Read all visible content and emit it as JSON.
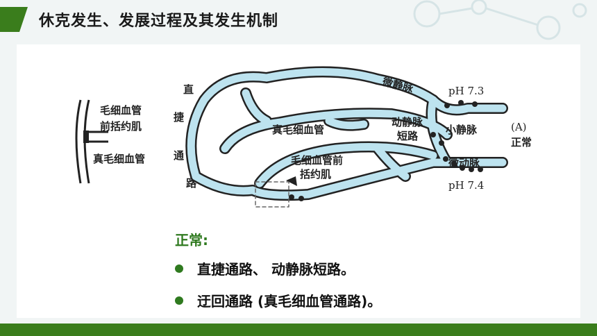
{
  "title": "休克发生、发展过程及其发生机制",
  "diagram_labels": {
    "capillary": "毛细血管",
    "precap_sphincter": "前括约肌",
    "true_capillary": "真毛细血管",
    "direct_path_chars": [
      "直",
      "捷",
      "通",
      "路"
    ],
    "true_capillary_center": "真毛细血管",
    "av_shunt_line1": "动静脉",
    "av_shunt_line2": "短路",
    "venule_small": "微静脉",
    "venule": "小静脉",
    "arteriole": "微动脉",
    "ph_top": "pH 7.3",
    "ph_bottom": "pH 7.4",
    "sphincter_line1": "毛细血管前",
    "sphincter_line2": "括约肌",
    "panel_letter": "(A)",
    "panel_caption": "正常"
  },
  "text": {
    "heading": "正常:",
    "bullet1": "直捷通路、 动静脉短路。",
    "bullet2": "迂回通路 (真毛细血管通路)。"
  }
}
